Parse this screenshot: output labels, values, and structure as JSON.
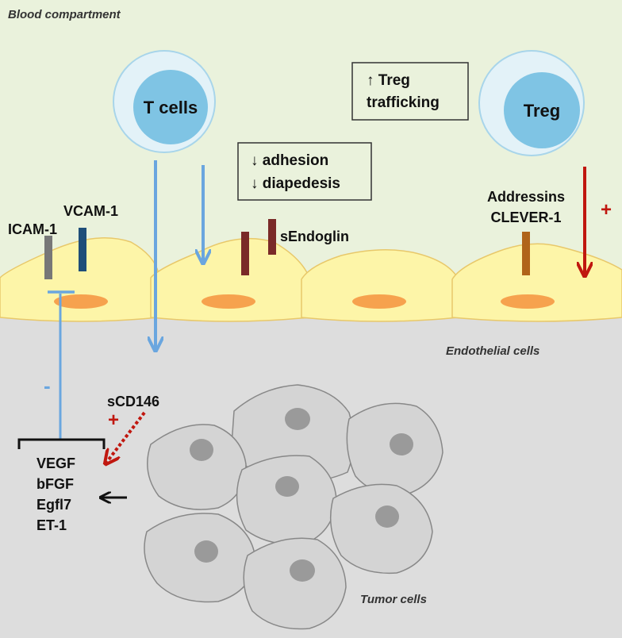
{
  "regions": {
    "blood": "Blood compartment",
    "endothelial": "Endothelial cells",
    "tumor": "Tumor cells"
  },
  "cells": {
    "tcells": "T cells",
    "treg": "Treg"
  },
  "markers": {
    "icam": "ICAM-1",
    "vcam": "VCAM-1",
    "sendoglin": "sEndoglin",
    "addressins": "Addressins",
    "clever": "CLEVER-1",
    "scd146": "sCD146"
  },
  "boxes": {
    "treg_line1": "↑ Treg",
    "treg_line2": "trafficking",
    "adhesion_line1": "↓ adhesion",
    "adhesion_line2": "↓ diapedesis"
  },
  "factors": [
    "VEGF",
    "bFGF",
    "Egfl7",
    "ET-1"
  ],
  "signs": {
    "minus": "-",
    "plus_tumor": "+",
    "plus_treg": "+"
  },
  "colors": {
    "blood_bg": "#eaf2dc",
    "tissue_bg": "#dddddd",
    "endothelium": "#fdf5a8",
    "nucleus": "#f6a24e",
    "cell_blue": "#7fc4e4",
    "cell_halo": "#e3f2f8",
    "arrow_blue": "#6aa6df",
    "arrow_red": "#c0170f",
    "icam_color": "#777777",
    "vcam_color": "#1f4e79",
    "endoglin_color": "#7a2a28",
    "addressin_color": "#b0641a",
    "tumor_cell": "#d4d4d4",
    "tumor_nucleus": "#9a9a9a"
  }
}
